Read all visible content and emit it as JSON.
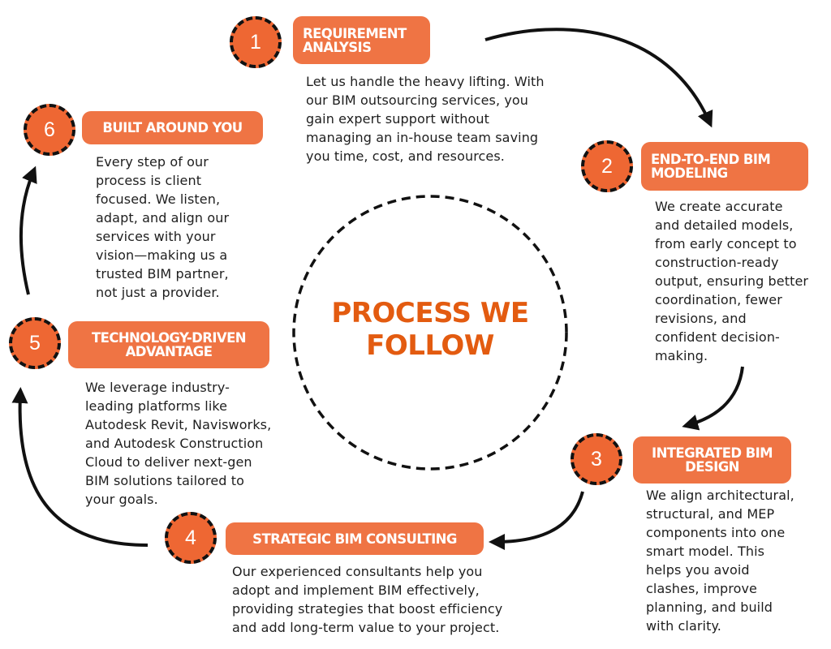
{
  "title": "PROCESS WE FOLLOW",
  "colors": {
    "accent": "#ee6733",
    "label_bg": "#ef7444",
    "title": "#e35b10",
    "outline": "#111111",
    "text": "#1e1e1e"
  },
  "steps": [
    {
      "number": "1",
      "label": "REQUIREMENT\nANALYSIS",
      "description": "Let us handle the heavy lifting. With\nour BIM outsourcing services, you\ngain expert support without\nmanaging an in-house team saving\nyou time, cost, and resources."
    },
    {
      "number": "2",
      "label": "END-TO-END BIM\nMODELING",
      "description": "We create accurate\nand detailed models,\nfrom early concept to\nconstruction-ready\noutput, ensuring better\ncoordination, fewer\nrevisions, and\nconfident decision-\nmaking."
    },
    {
      "number": "3",
      "label": "INTEGRATED BIM\nDESIGN",
      "description": "We align architectural,\nstructural, and MEP\ncomponents into one\nsmart model. This\nhelps you avoid\nclashes, improve\nplanning, and build\nwith clarity."
    },
    {
      "number": "4",
      "label": "STRATEGIC BIM CONSULTING",
      "description": "Our experienced consultants help you\nadopt and implement BIM effectively,\nproviding strategies that boost efficiency\nand add long-term value to your project."
    },
    {
      "number": "5",
      "label": "TECHNOLOGY-DRIVEN\nADVANTAGE",
      "description": "We leverage industry-\nleading platforms like\nAutodesk Revit, Navisworks,\nand Autodesk Construction\nCloud to deliver next-gen\nBIM solutions tailored to\nyour goals."
    },
    {
      "number": "6",
      "label": "BUILT AROUND YOU",
      "description": "Every step of our\nprocess is client\nfocused. We listen,\nadapt, and align our\nservices with your\nvision—making us a\ntrusted BIM partner,\nnot just a provider."
    }
  ],
  "icons": {
    "step_connector": "arrow-icon",
    "center_ring": "dashed-circle"
  }
}
